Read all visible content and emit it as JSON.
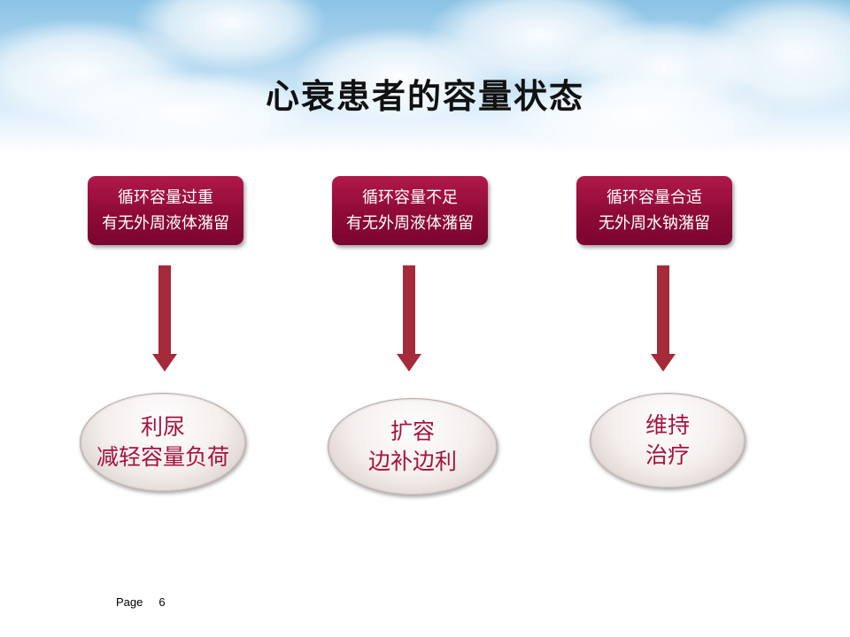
{
  "title": "心衰患者的容量状态",
  "columns": [
    {
      "box_line1": "循环容量过重",
      "box_line2": "有无外周液体潴留",
      "result_line1": "利尿",
      "result_line2": "减轻容量负荷"
    },
    {
      "box_line1": "循环容量不足",
      "box_line2": "有无外周液体潴留",
      "result_line1": "扩容",
      "result_line2": "边补边利"
    },
    {
      "box_line1": "循环容量合适",
      "box_line2": "无外周水钠潴留",
      "result_line1": "维持",
      "result_line2": "治疗"
    }
  ],
  "footer": {
    "page_label": "Page",
    "page_number": "6"
  },
  "colors": {
    "box": "#8e0a36",
    "arrow": "#a52a3a",
    "ellipse_text": "#a31440"
  }
}
